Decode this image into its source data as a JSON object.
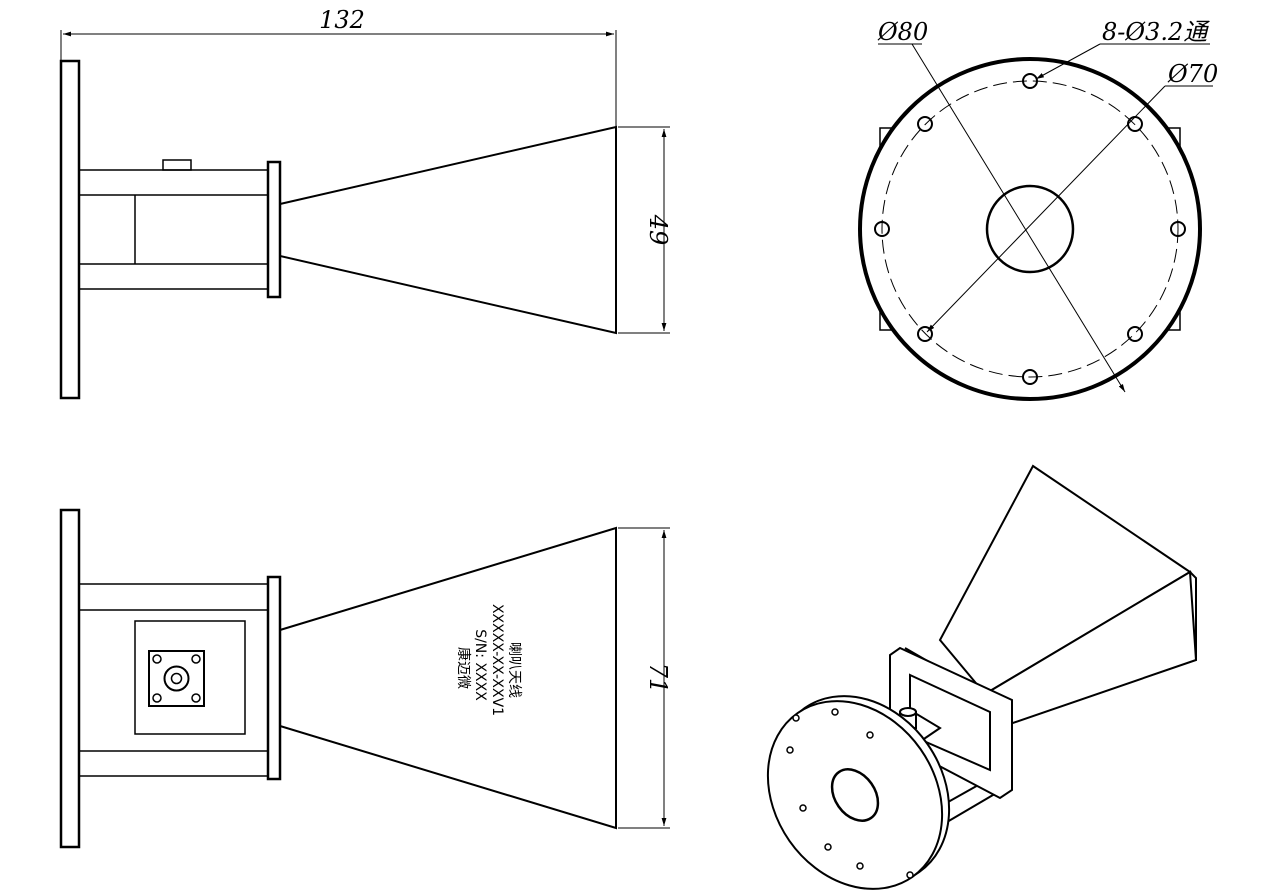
{
  "dimensions": {
    "overall_length": "132",
    "side_height": "49",
    "front_height": "71",
    "outer_diameter": "Ø80",
    "holes": "8-Ø3.2通",
    "bolt_circle": "Ø70"
  },
  "nameplate": {
    "line1": "喇叭天线",
    "line2": "XXXXX-XX-XXV1",
    "line3": "S/N: XXXX",
    "line4": "康迈微"
  },
  "colors": {
    "line": "#000000",
    "background": "#ffffff"
  }
}
